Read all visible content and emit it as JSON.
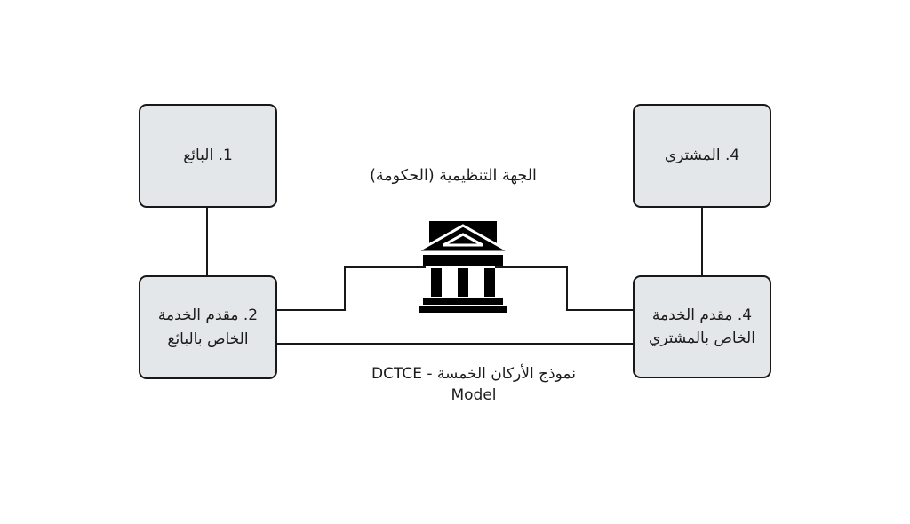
{
  "diagram": {
    "regulator_label": "الجهة التنظيمية (الحكومة)",
    "caption_line1": "نموذج الأركان الخمسة - DCTCE",
    "caption_line2": "Model",
    "nodes": [
      {
        "id": "seller",
        "label": "1. البائع",
        "lines": [
          "1. البائع"
        ]
      },
      {
        "id": "buyer",
        "label": "4. المشتري",
        "lines": [
          "4. المشتري"
        ]
      },
      {
        "id": "seller-service-provider",
        "label": "2. مقدم الخدمة الخاص بالبائع",
        "lines": [
          "2. مقدم الخدمة",
          "الخاص بالبائع"
        ]
      },
      {
        "id": "buyer-service-provider",
        "label": "4. مقدم الخدمة الخاص بالمشتري",
        "lines": [
          "4. مقدم الخدمة",
          "الخاص بالمشتري"
        ]
      }
    ],
    "icons": {
      "regulator": "bank-building-icon"
    },
    "colors": {
      "background": "#ffffff",
      "node_fill": "#e4e7e9",
      "node_border": "#181818",
      "connector": "#181818",
      "text": "#1c1c1c",
      "icon": "#000000"
    }
  }
}
